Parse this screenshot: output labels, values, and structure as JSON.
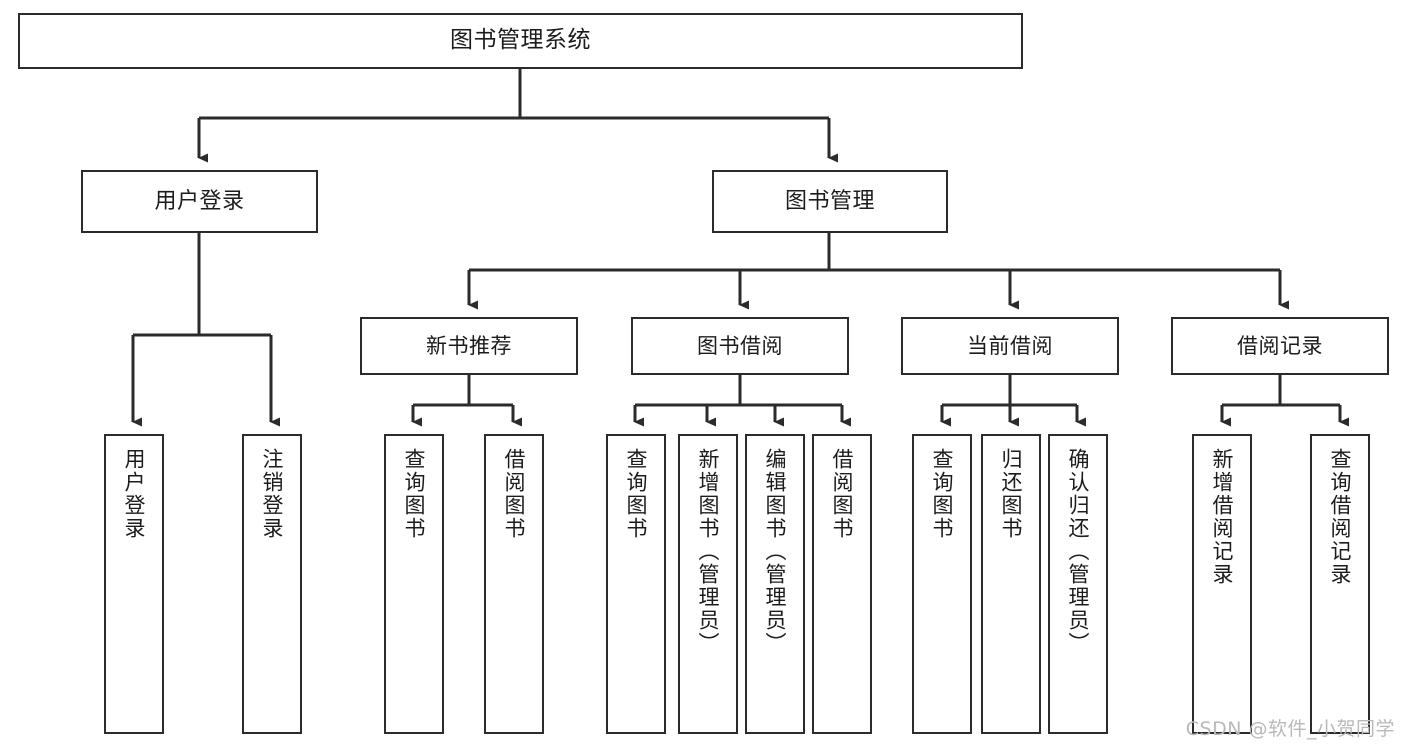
{
  "diagram": {
    "title": "图书管理系统",
    "type": "tree",
    "watermark": "CSDN @软件_小贺同学",
    "colors": {
      "box_border": "#2b2b2b",
      "box_fill": "#ffffff",
      "edge": "#2b2b2b",
      "text": "#1c1c1c",
      "watermark": "#b9b9b9",
      "background": "#ffffff"
    },
    "root": {
      "label": "图书管理系统"
    },
    "level2": [
      {
        "label": "用户登录"
      },
      {
        "label": "图书管理"
      }
    ],
    "level3": [
      {
        "label": "新书推荐"
      },
      {
        "label": "图书借阅"
      },
      {
        "label": "当前借阅"
      },
      {
        "label": "借阅记录"
      }
    ],
    "leaves": {
      "user_login": [
        {
          "label": "用户登录"
        },
        {
          "label": "注销登录"
        }
      ],
      "new_book_recommend": [
        {
          "label": "查询图书"
        },
        {
          "label": "借阅图书"
        }
      ],
      "book_borrow": [
        {
          "label": "查询图书"
        },
        {
          "label": "新增图书（管理员）"
        },
        {
          "label": "编辑图书（管理员）"
        },
        {
          "label": "借阅图书"
        }
      ],
      "current_borrow": [
        {
          "label": "查询图书"
        },
        {
          "label": "归还图书"
        },
        {
          "label": "确认归还（管理员）"
        }
      ],
      "borrow_record": [
        {
          "label": "新增借阅记录"
        },
        {
          "label": "查询借阅记录"
        }
      ]
    }
  }
}
